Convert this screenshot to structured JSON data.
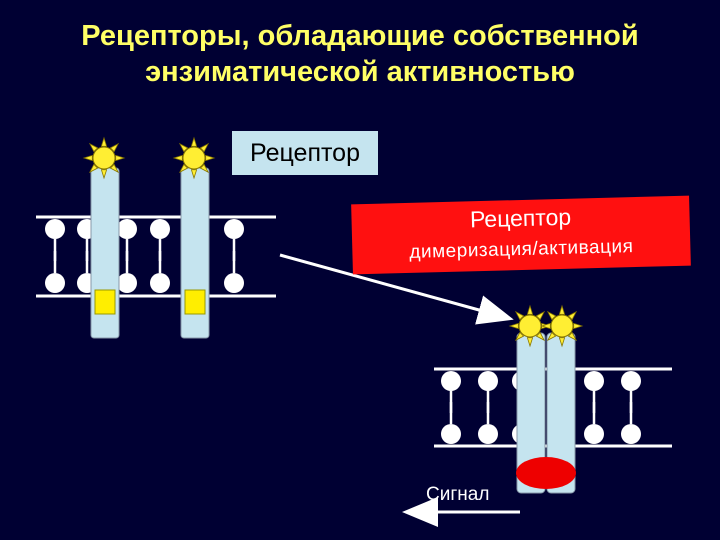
{
  "title": {
    "line1": "Рецепторы, обладающие собственной",
    "line2": "энзиматической активностью"
  },
  "receptor_label": "Рецептор",
  "banner": {
    "title": "Рецептор",
    "subtitle": "димеризация/активация"
  },
  "signal_label": "Сигнал",
  "colors": {
    "background": "#000033",
    "title": "#ffff66",
    "receptor_body": "#c5e4ef",
    "ligand": "#ffee33",
    "banner": "#ff1010",
    "kinase_inactive": "#ffee00",
    "kinase_active": "#ee0000",
    "membrane": "#ffffff"
  }
}
